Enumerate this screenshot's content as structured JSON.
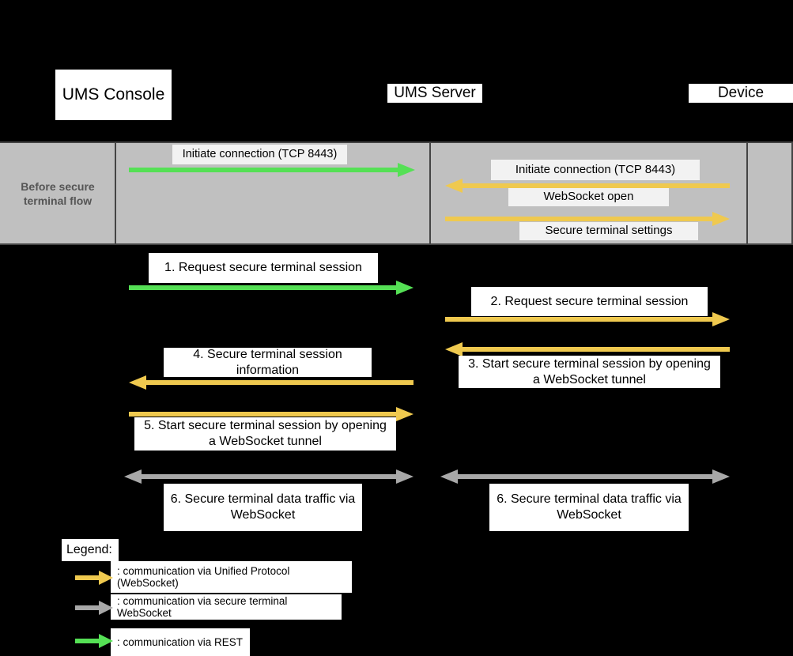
{
  "diagram": {
    "actors": [
      {
        "name": "ums-console",
        "label": "UMS Console"
      },
      {
        "name": "ums-server",
        "label": "UMS Server"
      },
      {
        "name": "device",
        "label": "Device"
      }
    ],
    "phase_band": {
      "title": "Before secure terminal flow",
      "messages": [
        {
          "id": "band-msg-1",
          "label": "Initiate connection (TCP 8443)",
          "color": "green",
          "direction": "right",
          "lane": "console-server"
        },
        {
          "id": "band-msg-2",
          "label": "Initiate connection (TCP 8443)",
          "color": "yellow",
          "direction": "left",
          "lane": "server-device"
        },
        {
          "id": "band-msg-3",
          "label": "WebSocket open",
          "color": "yellow",
          "direction": "left",
          "lane": "server-device"
        },
        {
          "id": "band-msg-4",
          "label": "Secure terminal settings",
          "color": "yellow",
          "direction": "right",
          "lane": "server-device"
        }
      ]
    },
    "steps": [
      {
        "num": "1.",
        "text": "Request secure terminal session",
        "label": "1.   Request secure terminal session",
        "color": "green",
        "direction": "right",
        "lane": "console-server"
      },
      {
        "num": "2.",
        "text": "Request secure terminal session",
        "label": "2.   Request secure terminal session",
        "color": "yellow",
        "direction": "right",
        "lane": "server-device"
      },
      {
        "num": "3.",
        "text": "Start secure terminal session by opening a WebSocket tunnel",
        "label": "3.   Start secure terminal session by opening a WebSocket tunnel",
        "color": "yellow",
        "direction": "left",
        "lane": "server-device"
      },
      {
        "num": "4.",
        "text": "Secure terminal session information",
        "label": "4.   Secure terminal session information",
        "color": "yellow",
        "direction": "left",
        "lane": "console-server"
      },
      {
        "num": "5.",
        "text": "Start secure terminal session by opening a WebSocket tunnel",
        "label": "5.   Start secure terminal session by opening a WebSocket tunnel",
        "color": "yellow",
        "direction": "right",
        "lane": "console-server"
      },
      {
        "num": "6.",
        "text": "Secure terminal data traffic via WebSocket",
        "label": "6.   Secure terminal data traffic via WebSocket",
        "color": "gray",
        "direction": "both",
        "lane": "console-server"
      },
      {
        "num": "6.",
        "text": "Secure terminal data traffic via WebSocket",
        "label": "6.   Secure terminal data traffic via WebSocket",
        "color": "gray",
        "direction": "both",
        "lane": "server-device"
      }
    ],
    "legend": {
      "title": "Legend:",
      "entries": [
        {
          "color": "yellow",
          "label": ": communication via Unified Protocol (WebSocket)"
        },
        {
          "color": "gray",
          "label": ": communication via secure terminal WebSocket"
        },
        {
          "color": "green",
          "label": ": communication via REST"
        }
      ]
    },
    "colors": {
      "background": "#000000",
      "green": "#55e055",
      "yellow": "#efc94f",
      "gray": "#a8a8a8",
      "band": "#c0c0c0",
      "band_border": "#444444",
      "band_title_text": "#555555",
      "label_bg": "#ffffff",
      "label_bg_soft": "#f2f2f2",
      "text": "#000000"
    }
  }
}
